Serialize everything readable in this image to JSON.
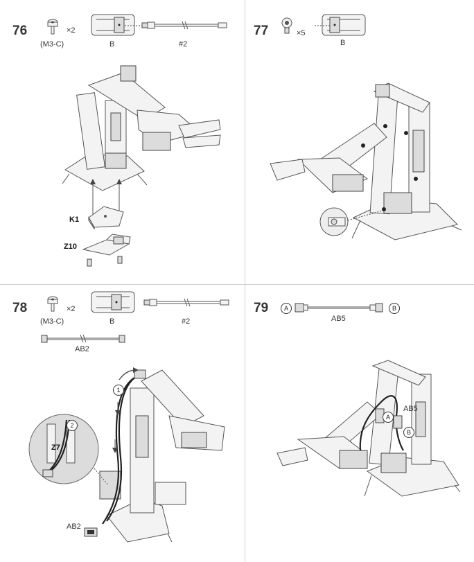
{
  "steps": [
    {
      "number": "76",
      "screw_qty": "×2",
      "screw_label": "(M3-C)",
      "board_label": "B",
      "cable_label": "#2",
      "part_k1": "K1",
      "part_z10": "Z10"
    },
    {
      "number": "77",
      "screw_qty": "×5",
      "board_label": "B"
    },
    {
      "number": "78",
      "screw_qty": "×2",
      "screw_label": "(M3-C)",
      "board_label": "B",
      "cable_label": "#2",
      "cable2_label": "AB2",
      "callout_1": "1",
      "callout_2": "2",
      "part_z7": "Z7",
      "ab2_tag": "AB2"
    },
    {
      "number": "79",
      "end_a": "A",
      "end_b": "B",
      "cable_label": "AB5",
      "ab5_tag": "AB5",
      "tag_a": "A",
      "tag_b": "B"
    }
  ]
}
